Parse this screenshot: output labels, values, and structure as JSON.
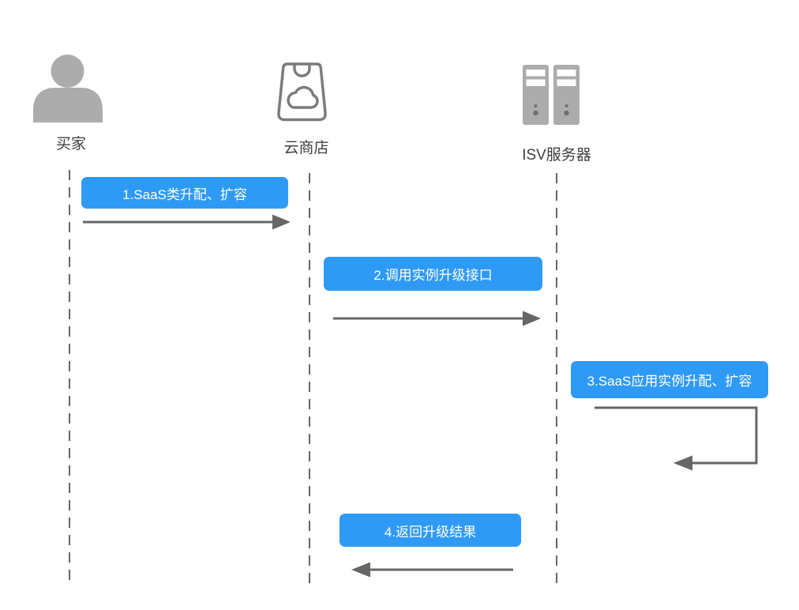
{
  "diagram": {
    "type": "sequence",
    "actors": [
      {
        "name": "买家",
        "icon": "person-icon"
      },
      {
        "name": "云商店",
        "icon": "shopping-bag-cloud-icon"
      },
      {
        "name": "ISV服务器",
        "icon": "server-towers-icon"
      }
    ],
    "messages": [
      {
        "label": "1.SaaS类升配、扩容",
        "from": "买家",
        "to": "云商店",
        "direction": "right"
      },
      {
        "label": "2.调用实例升级接口",
        "from": "云商店",
        "to": "ISV服务器",
        "direction": "right"
      },
      {
        "label": "3.SaaS应用实例升配、扩容",
        "from": "ISV服务器",
        "to": "ISV服务器",
        "direction": "self"
      },
      {
        "label": "4.返回升级结果",
        "from": "ISV服务器",
        "to": "云商店",
        "direction": "left"
      }
    ],
    "colors": {
      "message_box": "#2F9AF6",
      "message_text": "#FFFFFF",
      "line": "#666666",
      "icon_fill": "#ACACAC",
      "icon_outline": "#7C7C7C",
      "actor_label": "#404040",
      "background": "#FFFFFF"
    }
  }
}
